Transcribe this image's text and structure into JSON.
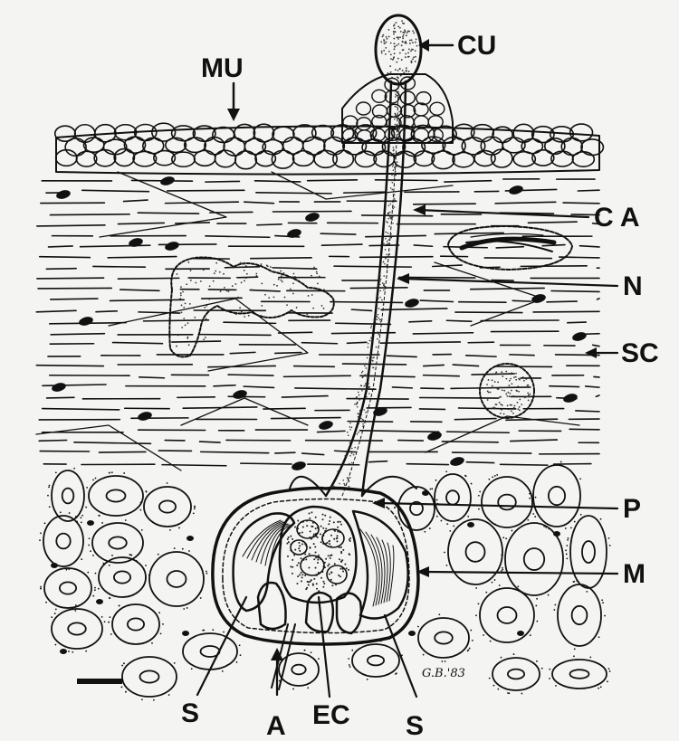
{
  "labels": {
    "mu": "MU",
    "cu": "CU",
    "ca": "C A",
    "n": "N",
    "sc": "SC",
    "p": "P",
    "m": "M",
    "s_left": "S",
    "a": "A",
    "ec": "EC",
    "s_right": "S"
  },
  "signature": "G.B.'83",
  "colors": {
    "background": "#f4f4f2",
    "ink": "#111111"
  }
}
